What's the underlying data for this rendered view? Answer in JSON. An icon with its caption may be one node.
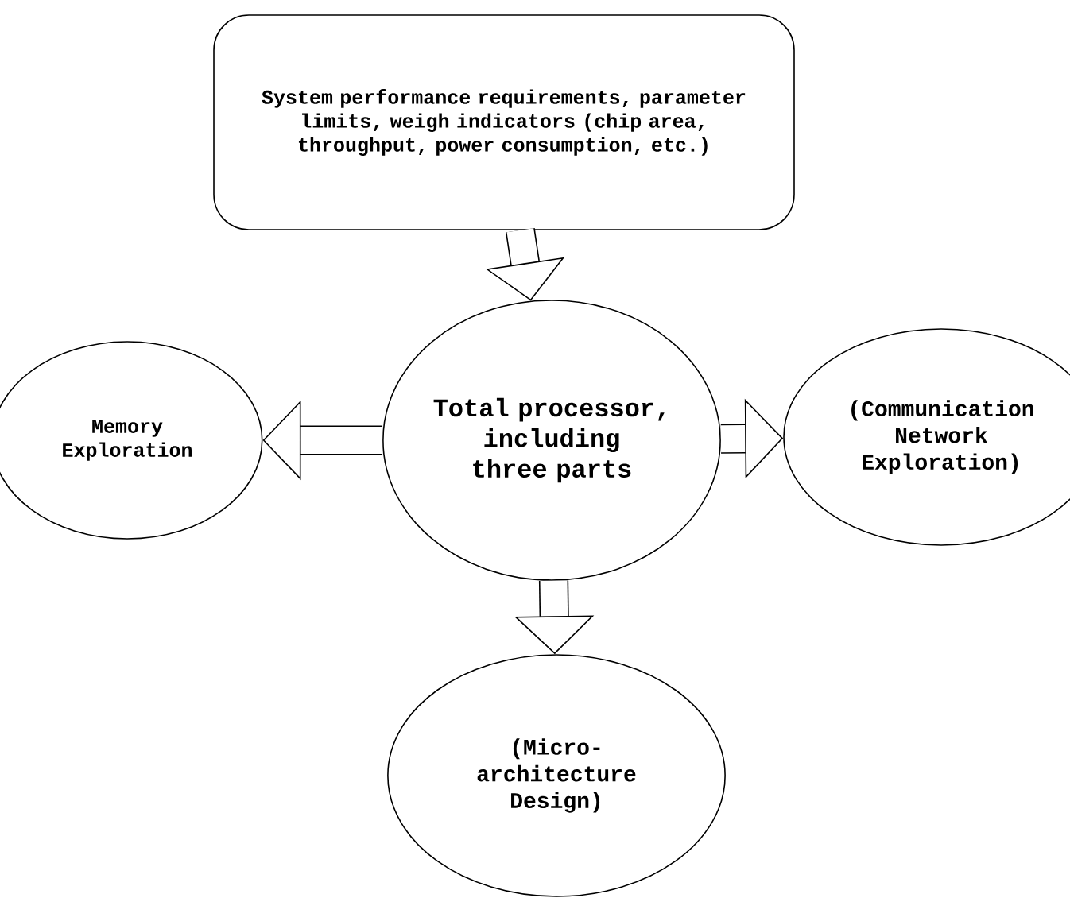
{
  "diagram": {
    "nodes": [
      {
        "text": [
          "System performance requirements, parameter limits, weigh indicators (chip area, throughput, power consumption, etc.)"
        ]
      },
      {
        "text": [
          "Total processor, including three parts"
        ]
      },
      {
        "text": [
          "Memory Exploration"
        ]
      },
      {
        "text": [
          "(Communication Network Exploration)"
        ]
      },
      {
        "text": [
          "(Micro-architecture Design)"
        ]
      }
    ],
    "edges": [
      {
        "from": 0,
        "to": 1,
        "arrow": "to"
      },
      {
        "from": 1,
        "to": 2,
        "arrow": "to"
      },
      {
        "from": 1,
        "to": 3,
        "arrow": "to"
      },
      {
        "from": 1,
        "to": 4,
        "arrow": "to"
      }
    ]
  }
}
